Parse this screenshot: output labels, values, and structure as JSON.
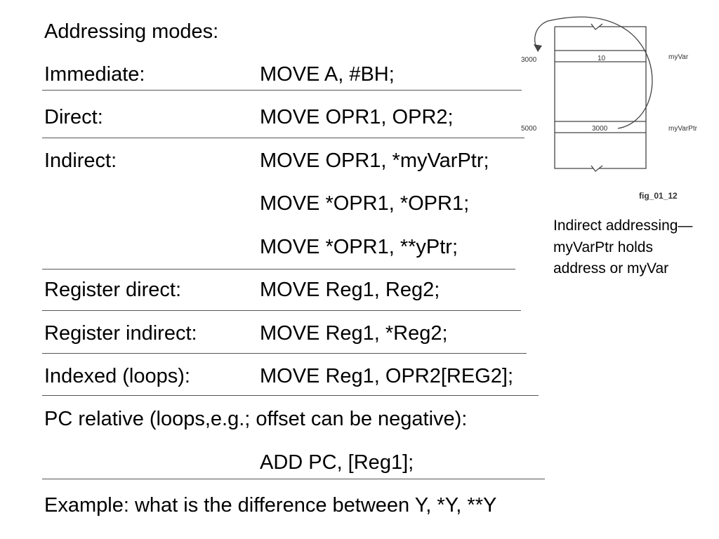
{
  "slide": {
    "title": "Addressing modes:",
    "rows": [
      {
        "label": "Immediate:",
        "code": "MOVE A, #BH;"
      },
      {
        "label": "Direct:",
        "code": "MOVE OPR1, OPR2;"
      },
      {
        "label": "Indirect:",
        "code": "MOVE OPR1, *myVarPtr;"
      },
      {
        "label": "",
        "code": "MOVE *OPR1, *OPR1;"
      },
      {
        "label": "",
        "code": "MOVE *OPR1, **yPtr;"
      },
      {
        "label": "Register direct:",
        "code": "MOVE Reg1, Reg2;"
      },
      {
        "label": "Register indirect:",
        "code": "MOVE Reg1, *Reg2;"
      },
      {
        "label": "Indexed (loops):",
        "code": "MOVE Reg1, OPR2[REG2];"
      }
    ],
    "pc_relative_label": "PC relative (loops,e.g.; offset can be negative):",
    "pc_relative_code": "ADD PC, [Reg1];",
    "example": "Example: what is the difference between Y, *Y, **Y"
  },
  "figure": {
    "address_top": "3000",
    "value_top": "10",
    "name_top": "myVar",
    "address_bottom": "5000",
    "value_bottom": "3000",
    "name_bottom": "myVarPtr",
    "fig_label": "fig_01_12",
    "caption": "Indirect addressing—myVarPtr holds address or myVar"
  }
}
